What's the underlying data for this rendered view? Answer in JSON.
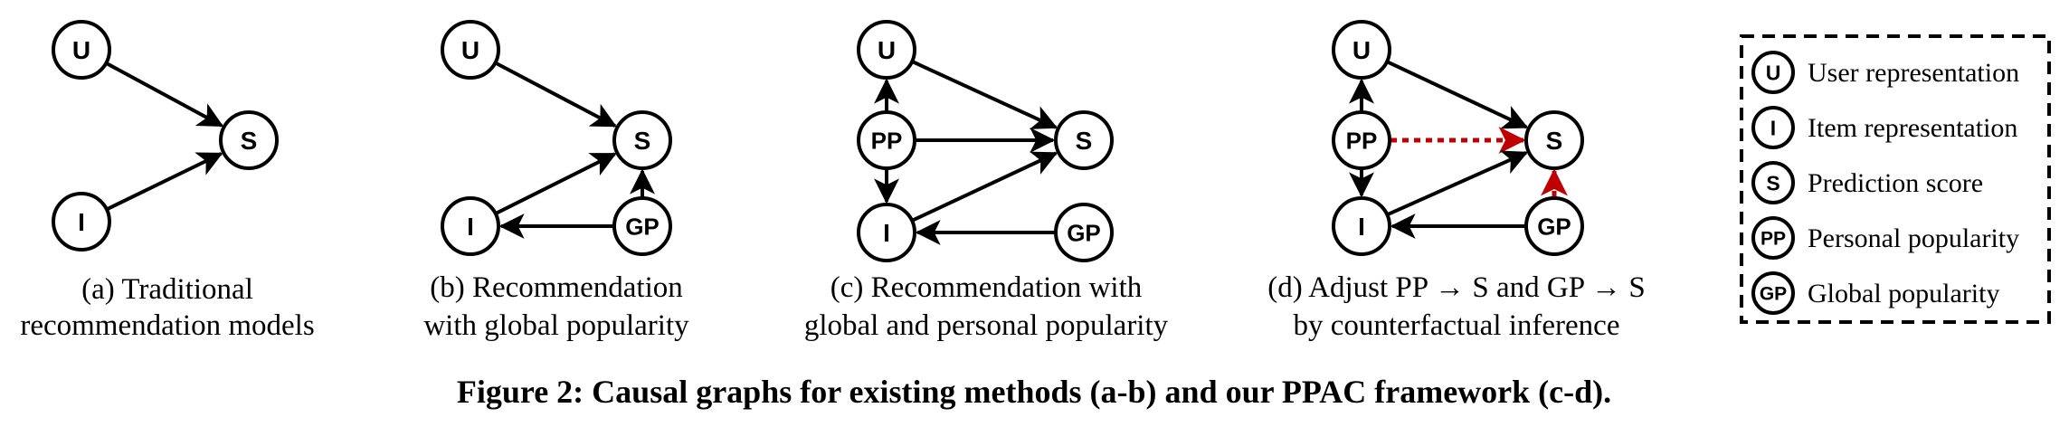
{
  "panels": [
    {
      "id": "a",
      "caption": [
        "(a) Traditional",
        "recommendation models"
      ],
      "nodes": [
        {
          "id": "U",
          "label": "U"
        },
        {
          "id": "I",
          "label": "I"
        },
        {
          "id": "S",
          "label": "S"
        }
      ],
      "edges": [
        {
          "from": "U",
          "to": "S"
        },
        {
          "from": "I",
          "to": "S"
        }
      ]
    },
    {
      "id": "b",
      "caption": [
        "(b) Recommendation",
        "with global popularity"
      ],
      "nodes": [
        {
          "id": "U",
          "label": "U"
        },
        {
          "id": "S",
          "label": "S"
        },
        {
          "id": "I",
          "label": "I"
        },
        {
          "id": "GP",
          "label": "GP"
        }
      ],
      "edges": [
        {
          "from": "U",
          "to": "S"
        },
        {
          "from": "I",
          "to": "S"
        },
        {
          "from": "GP",
          "to": "S"
        },
        {
          "from": "GP",
          "to": "I"
        }
      ]
    },
    {
      "id": "c",
      "caption": [
        "(c) Recommendation with",
        "global and personal popularity"
      ],
      "nodes": [
        {
          "id": "U",
          "label": "U"
        },
        {
          "id": "PP",
          "label": "PP"
        },
        {
          "id": "I",
          "label": "I"
        },
        {
          "id": "S",
          "label": "S"
        },
        {
          "id": "GP",
          "label": "GP"
        }
      ],
      "edges": [
        {
          "from": "U",
          "to": "S"
        },
        {
          "from": "PP",
          "to": "U"
        },
        {
          "from": "PP",
          "to": "I"
        },
        {
          "from": "PP",
          "to": "S"
        },
        {
          "from": "I",
          "to": "S"
        },
        {
          "from": "GP",
          "to": "I"
        }
      ]
    },
    {
      "id": "d",
      "caption": [
        "(d) Adjust PP → S and GP → S",
        "by counterfactual inference"
      ],
      "nodes": [
        {
          "id": "U",
          "label": "U"
        },
        {
          "id": "PP",
          "label": "PP"
        },
        {
          "id": "I",
          "label": "I"
        },
        {
          "id": "S",
          "label": "S"
        },
        {
          "id": "GP",
          "label": "GP"
        }
      ],
      "edges": [
        {
          "from": "U",
          "to": "S"
        },
        {
          "from": "PP",
          "to": "U"
        },
        {
          "from": "PP",
          "to": "I"
        },
        {
          "from": "PP",
          "to": "S",
          "style": "counterfactual"
        },
        {
          "from": "I",
          "to": "S"
        },
        {
          "from": "GP",
          "to": "I"
        },
        {
          "from": "GP",
          "to": "S",
          "style": "counterfactual"
        }
      ]
    }
  ],
  "legend": [
    {
      "symbol": "U",
      "label": "User representation"
    },
    {
      "symbol": "I",
      "label": "Item representation"
    },
    {
      "symbol": "S",
      "label": "Prediction score"
    },
    {
      "symbol": "PP",
      "label": "Personal popularity"
    },
    {
      "symbol": "GP",
      "label": "Global popularity"
    }
  ],
  "figure_caption": "Figure 2: Causal graphs for existing methods (a-b) and our PPAC framework (c-d).",
  "colors": {
    "edge": "#000000",
    "counterfactual_edge": "#c00000",
    "node_fill": "#ffffff"
  }
}
